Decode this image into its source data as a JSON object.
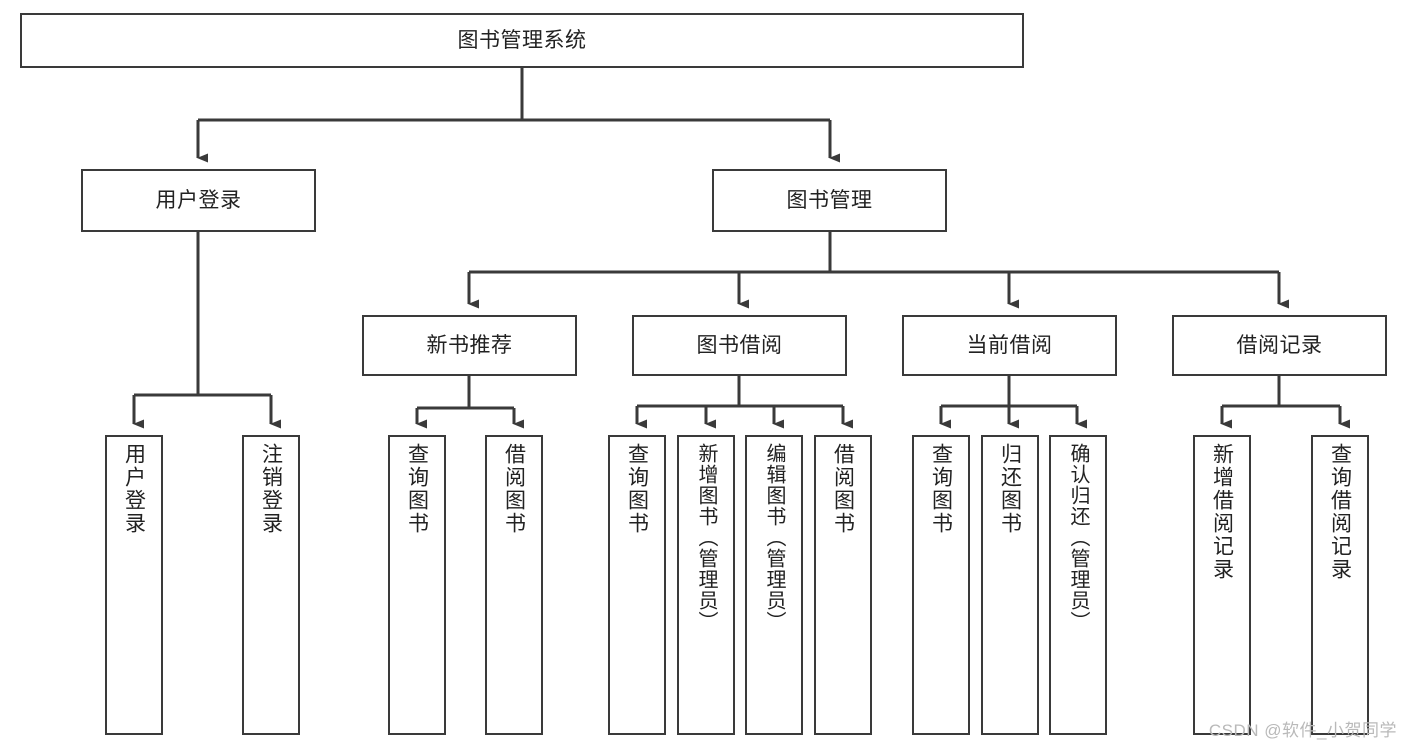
{
  "diagram": {
    "type": "tree",
    "title": "图书管理系统",
    "watermark": "CSDN @软件_小贺同学",
    "colors": {
      "box_border": "#3a3a3a",
      "box_fill": "#ffffff",
      "connector": "#3a3a3a",
      "text": "#222222",
      "watermark": "#b9b9b9"
    },
    "root": {
      "label": "图书管理系统"
    },
    "level1": [
      {
        "label": "用户登录"
      },
      {
        "label": "图书管理"
      }
    ],
    "level2": [
      {
        "label": "新书推荐"
      },
      {
        "label": "图书借阅"
      },
      {
        "label": "当前借阅"
      },
      {
        "label": "借阅记录"
      }
    ],
    "leaves": {
      "user_login": [
        {
          "label": "用户登录"
        },
        {
          "label": "注销登录"
        }
      ],
      "new_book_recommend": [
        {
          "label": "查询图书"
        },
        {
          "label": "借阅图书"
        }
      ],
      "book_borrow": [
        {
          "label": "查询图书"
        },
        {
          "label": "新增图书（管理员）"
        },
        {
          "label": "编辑图书（管理员）"
        },
        {
          "label": "借阅图书"
        }
      ],
      "current_borrow": [
        {
          "label": "查询图书"
        },
        {
          "label": "归还图书"
        },
        {
          "label": "确认归还（管理员）"
        }
      ],
      "borrow_record": [
        {
          "label": "新增借阅记录"
        },
        {
          "label": "查询借阅记录"
        }
      ]
    }
  }
}
